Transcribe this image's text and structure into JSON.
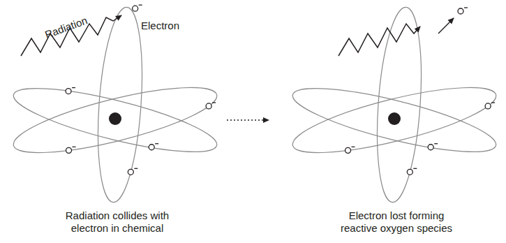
{
  "diagram": {
    "labels": [
      "Radiation",
      "Electron",
      "Radiation collides with electron in chemical",
      "Electron lost forming reactive oxygen species"
    ]
  }
}
